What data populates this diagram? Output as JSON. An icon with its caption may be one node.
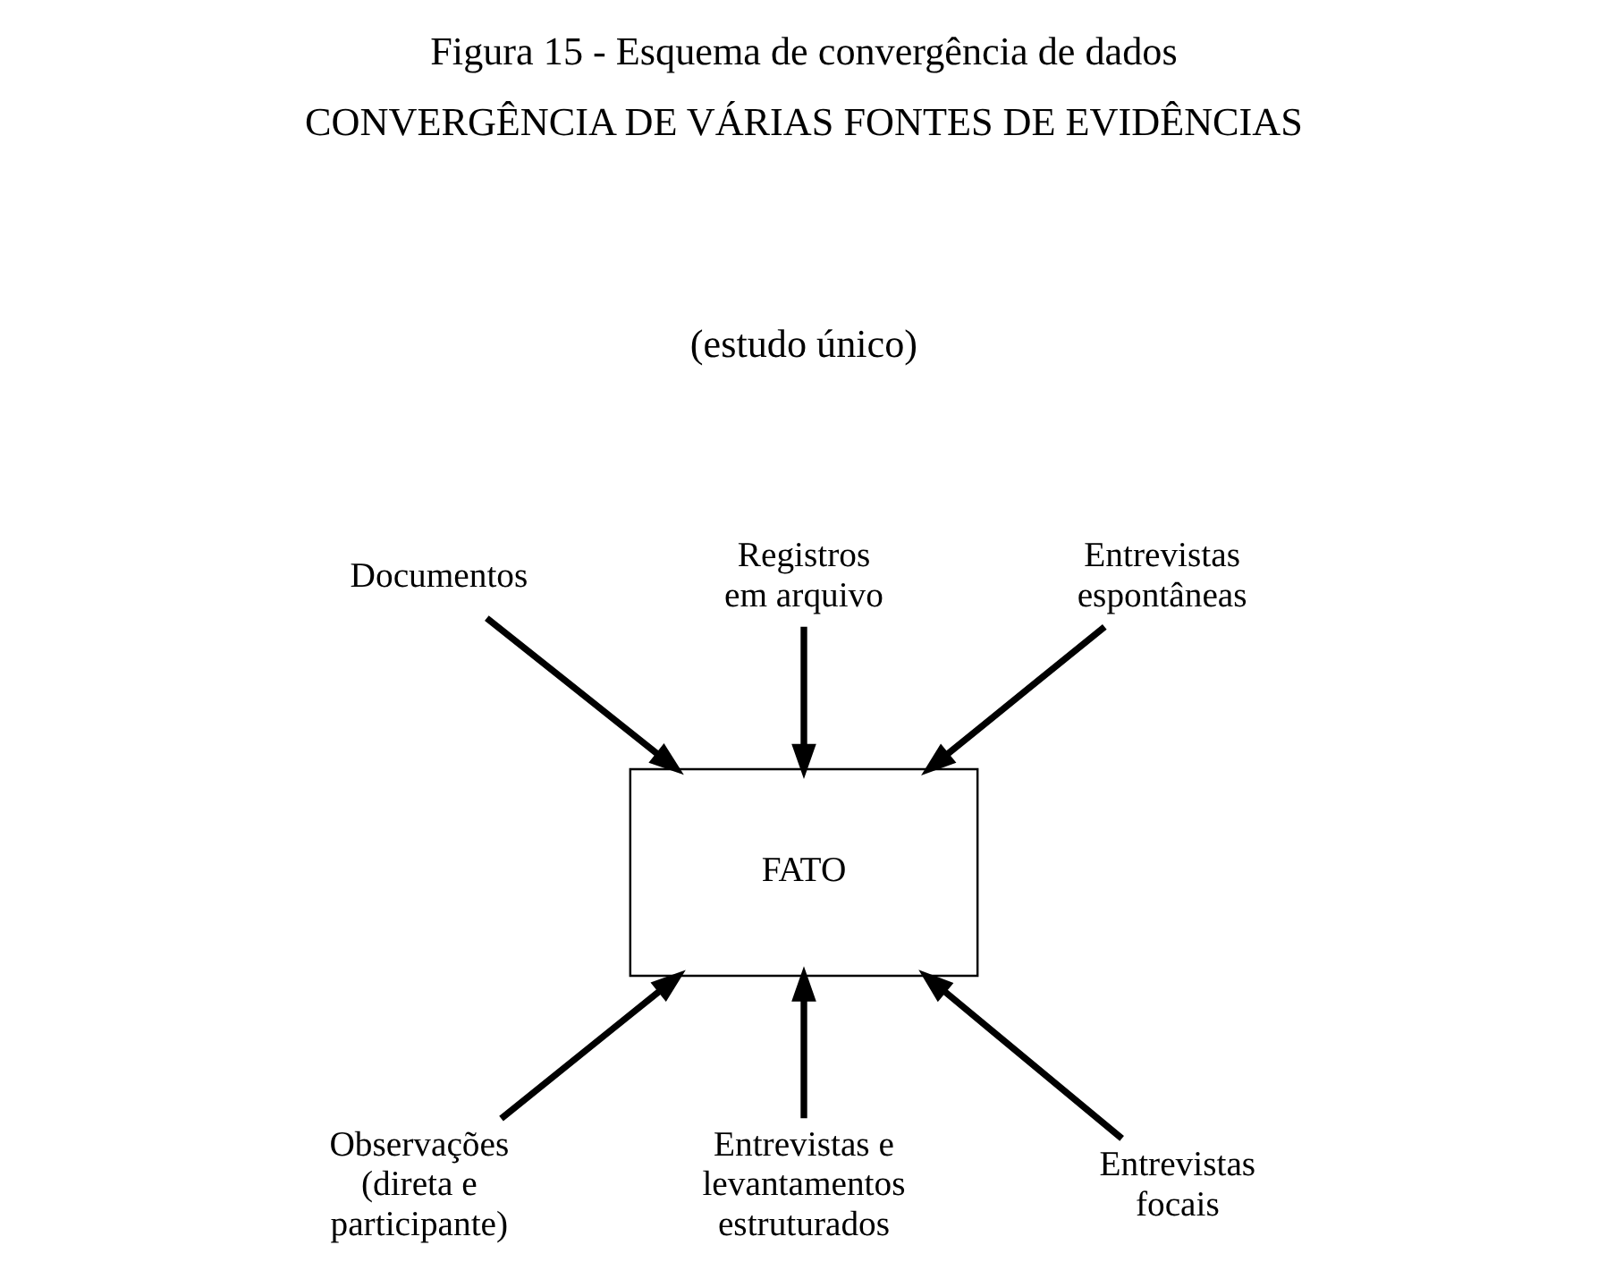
{
  "diagram": {
    "title": "Figura 15 - Esquema de convergência de dados",
    "nodes": [
      {
        "text": [
          "Registros em arquivo"
        ]
      },
      {
        "text": [
          "Documentos"
        ]
      },
      {
        "text": [
          "Entrevistas espontâneas"
        ]
      },
      {
        "text": [
          "FATO"
        ]
      },
      {
        "text": [
          "Observações (direta e participante)"
        ]
      },
      {
        "text": [
          "Entrevistas focais"
        ]
      },
      {
        "text": [
          "Entrevistas e levantamentos estruturados"
        ]
      }
    ],
    "edges": [
      {
        "from": 0,
        "to": 3,
        "arrow": "to"
      },
      {
        "from": 1,
        "to": 3,
        "arrow": "to"
      },
      {
        "from": 2,
        "to": 3,
        "arrow": "to"
      },
      {
        "from": 4,
        "to": 3,
        "arrow": "to"
      },
      {
        "from": 5,
        "to": 3,
        "arrow": "to"
      },
      {
        "from": 6,
        "to": 3,
        "arrow": "to"
      }
    ],
    "labels": [
      "CONVERGÊNCIA DE VÁRIAS FONTES DE EVIDÊNCIAS",
      "(estudo único)"
    ]
  }
}
